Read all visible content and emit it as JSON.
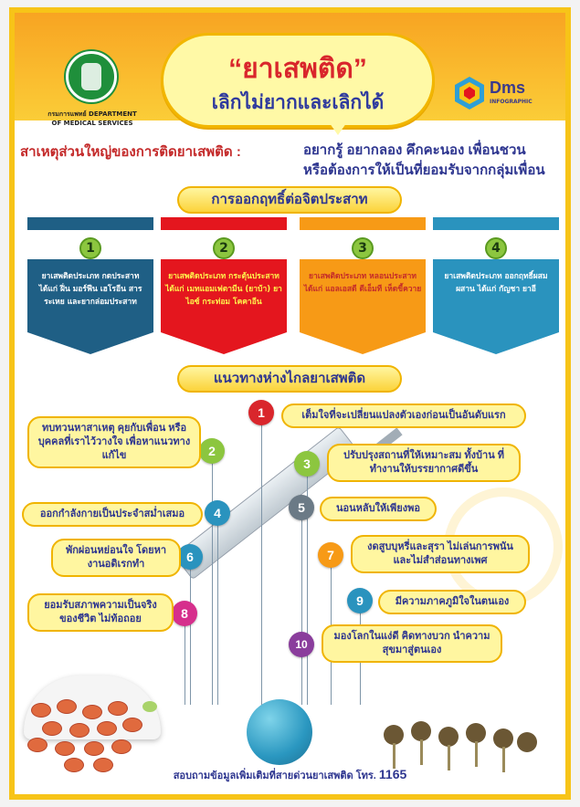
{
  "header": {
    "title_main": "“ยาเสพติด”",
    "title_sub": "เลิกไม่ยากและเลิกได้",
    "dept_name": "กรมการแพทย์ DEPARTMENT OF MEDICAL SERVICES",
    "dms_name": "Dms",
    "dms_sub": "INFOGRAPHIC"
  },
  "cause": {
    "label": "สาเหตุส่วนใหญ่ของการติดยาเสพติด :",
    "line1": "อยากรู้ อยากลอง คึกคะนอง เพื่อนชวน",
    "line2": "หรือต้องการให้เป็นที่ยอมรับจากกลุ่มเพื่อน"
  },
  "effects": {
    "heading": "การออกฤทธิ์ต่อจิตประสาท",
    "types": [
      {
        "num": "1",
        "text": "ยาเสพติดประเภท กดประสาท ได้แก่ ฝิ่น มอร์ฟีน เฮโรอีน สารระเหย และยากล่อมประสาท"
      },
      {
        "num": "2",
        "text": "ยาเสพติดประเภท กระตุ้นประสาท ได้แก่ เมทแอมเฟตามีน (ยาบ้า) ยาไอซ์ กระท่อม โคคาอีน"
      },
      {
        "num": "3",
        "text": "ยาเสพติดประเภท หลอนประสาท ได้แก่ แอลเอสดี ดีเอ็มที เห็ดขี้ควาย"
      },
      {
        "num": "4",
        "text": "ยาเสพติดประเภท ออกฤทธิ์ผสมผสาน ได้แก่ กัญชา ยาอี"
      }
    ]
  },
  "ways": {
    "heading": "แนวทางห่างไกลยาเสพติด",
    "items": [
      {
        "num": "1",
        "text": "เต็มใจที่จะเปลี่ยนแปลงตัวเองก่อนเป็นอันดับแรก"
      },
      {
        "num": "2",
        "text": "ทบทวนหาสาเหตุ คุยกับเพื่อน หรือบุคคลที่เราไว้วางใจ เพื่อหาแนวทางแก้ไข"
      },
      {
        "num": "3",
        "text": "ปรับปรุงสถานที่ให้เหมาะสม ทั้งบ้าน ที่ทำงานให้บรรยากาศดีขึ้น"
      },
      {
        "num": "4",
        "text": "ออกกำลังกายเป็นประจำสม่ำเสมอ"
      },
      {
        "num": "5",
        "text": "นอนหลับให้เพียงพอ"
      },
      {
        "num": "6",
        "text": "พักผ่อนหย่อนใจ โดยหางานอดิเรกทำ"
      },
      {
        "num": "7",
        "text": "งดสูบบุหรี่และสุรา ไม่เล่นการพนัน และไม่สำส่อนทางเพศ"
      },
      {
        "num": "8",
        "text": "ยอมรับสภาพความเป็นจริง ของชีวิต ไม่ท้อถอย"
      },
      {
        "num": "9",
        "text": "มีความภาคภูมิใจในตนเอง"
      },
      {
        "num": "10",
        "text": "มองโลกในแง่ดี คิดทางบวก นำความสุขมาสู่ตนเอง"
      }
    ]
  },
  "footer": {
    "text": "สอบถามข้อมูลเพิ่มเติมที่สายด่วนยาเสพติด โทร.",
    "hotline": "1165"
  },
  "colors": {
    "frame": "#f7c418",
    "title_red": "#d9262c",
    "text_blue": "#2e3690",
    "type1": "#1f5f85",
    "type2": "#e4161e",
    "type3": "#f79a16",
    "type4": "#2a93be",
    "way_circles": [
      "#d9262c",
      "#8cc63f",
      "#8cc63f",
      "#2a93be",
      "#6b7a86",
      "#2a93be",
      "#f79a16",
      "#d62f8c",
      "#2a93be",
      "#8a3d9c"
    ]
  }
}
